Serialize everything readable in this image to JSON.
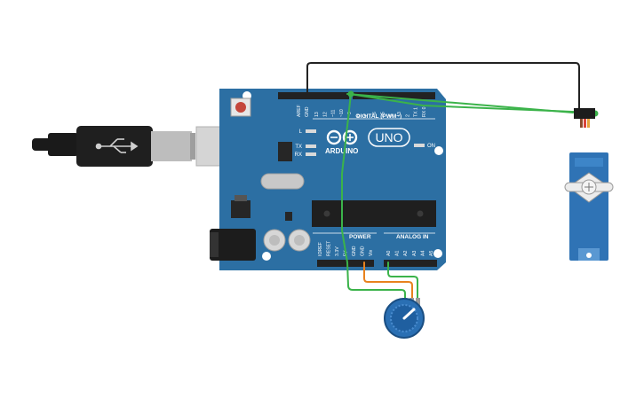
{
  "board": {
    "name": "ARDUINO",
    "model": "UNO",
    "on_label": "ON",
    "digital_header": "DIGITAL (PWM~)",
    "power_header": "POWER",
    "analog_header": "ANALOG IN",
    "led_l": "L",
    "led_tx": "TX",
    "led_rx": "RX",
    "digital_pins": [
      "AREF",
      "GND",
      "13",
      "12",
      "~11",
      "~10",
      "~9",
      "8",
      "7",
      "~6",
      "~5",
      "4",
      "~3",
      "2",
      "TX 1",
      "RX 0"
    ],
    "power_pins": [
      "IOREF",
      "RESET",
      "3.3V",
      "5V",
      "GND",
      "GND",
      "Vin"
    ],
    "analog_pins": [
      "A0",
      "A1",
      "A2",
      "A3",
      "A4",
      "A5"
    ]
  },
  "colors": {
    "board": "#2c6fa3",
    "board_dark": "#1f5582",
    "wire_black": "#222222",
    "wire_green": "#3bb34a",
    "wire_orange": "#e8821e",
    "servo": "#2f73b5",
    "pot": "#2a6fb3"
  },
  "components": {
    "usb_cable": "usb-icon",
    "servo": "servo-motor",
    "potentiometer": "potentiometer"
  }
}
